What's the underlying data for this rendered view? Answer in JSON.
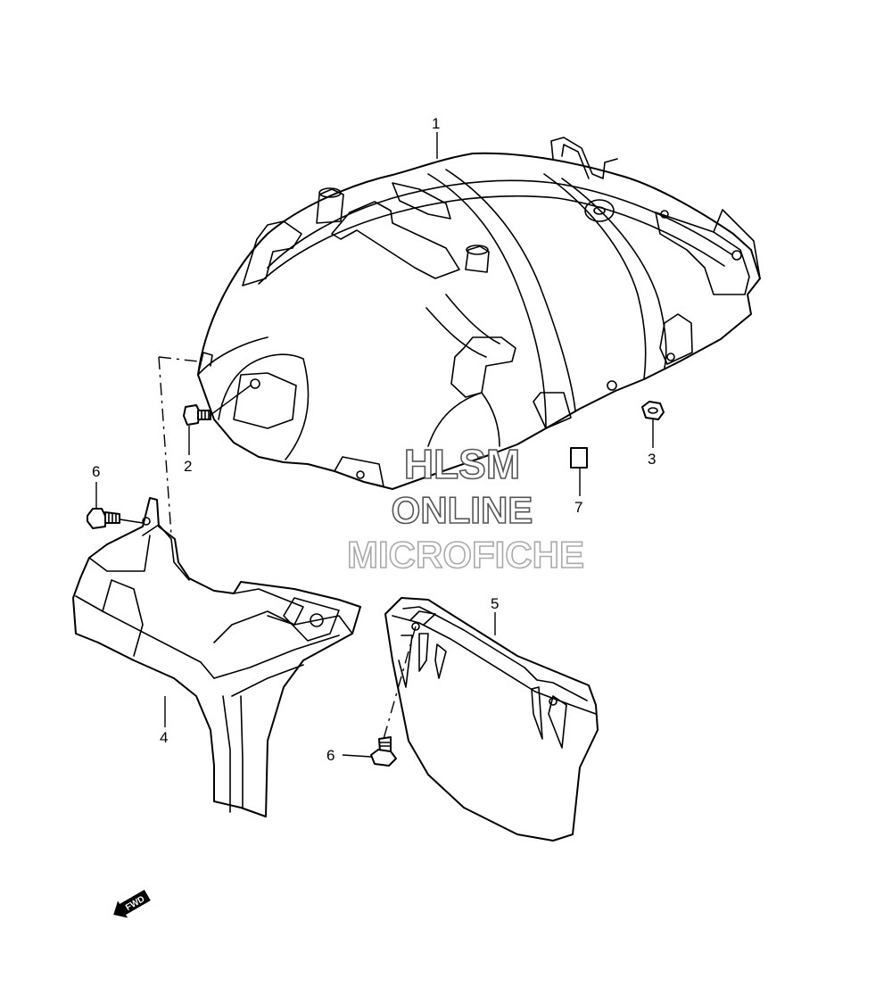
{
  "callouts": {
    "c1": "1",
    "c2": "2",
    "c3": "3",
    "c4": "4",
    "c5": "5",
    "c6a": "6",
    "c6b": "6",
    "c7": "7"
  },
  "watermark": {
    "line1": "HLSM",
    "line2": "ONLINE",
    "line3": "MICROFICHE",
    "color_dark": "#555555",
    "color_light": "#aaaaaa"
  },
  "fwd_marker": {
    "label": "FWD",
    "icon": "fwd-arrow-icon"
  },
  "colors": {
    "line": "#000000",
    "background": "#ffffff"
  }
}
